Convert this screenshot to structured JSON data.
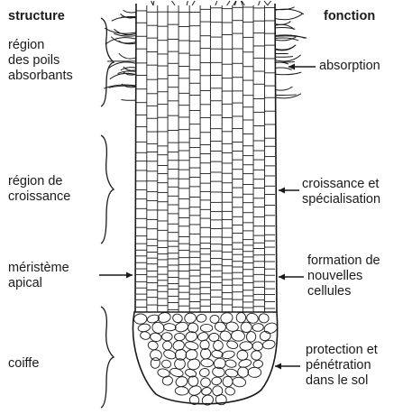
{
  "headers": {
    "left": "structure",
    "right": "fonction"
  },
  "structures": [
    {
      "line1": "région",
      "line2": "des poils",
      "line3": "absorbants"
    },
    {
      "line1": "région de",
      "line2": "croissance"
    },
    {
      "line1": "méristème",
      "line2": "apical"
    },
    {
      "line1": "coiffe"
    }
  ],
  "functions": [
    {
      "line1": "absorption"
    },
    {
      "line1": "croissance et",
      "line2": "spécialisation"
    },
    {
      "line1": "formation de",
      "line2": "nouvelles",
      "line3": "cellules"
    },
    {
      "line1": "protection et",
      "line2": "pénétration",
      "line3": "dans le sol"
    }
  ],
  "colors": {
    "ink": "#1a1a1a",
    "background": "#ffffff"
  }
}
